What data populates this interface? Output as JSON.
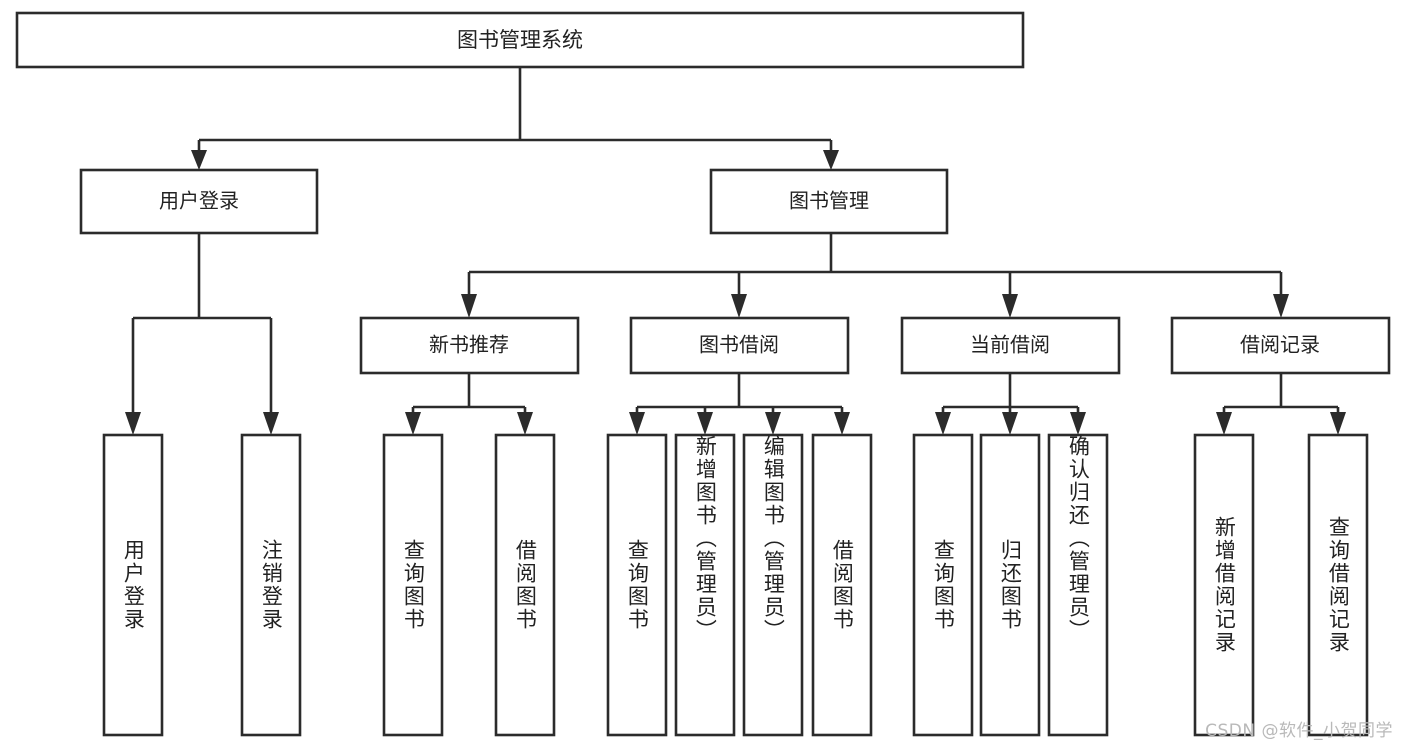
{
  "diagram": {
    "title": "图书管理系统",
    "type": "tree",
    "orientation": "top-down",
    "colors": {
      "background": "#ffffff",
      "box_fill": "#ffffff",
      "box_stroke": "#2b2b2b",
      "text": "#222222",
      "watermark": "#b9b9b9"
    },
    "root": {
      "label": "图书管理系统"
    },
    "level2": [
      {
        "label": "用户登录"
      },
      {
        "label": "图书管理"
      }
    ],
    "level3": [
      {
        "label": "新书推荐"
      },
      {
        "label": "图书借阅"
      },
      {
        "label": "当前借阅"
      },
      {
        "label": "借阅记录"
      }
    ],
    "leaves": {
      "user_login": [
        {
          "label": "用户登录"
        },
        {
          "label": "注销登录"
        }
      ],
      "new_book_recommend": [
        {
          "label": "查询图书"
        },
        {
          "label": "借阅图书"
        }
      ],
      "book_borrow": [
        {
          "label": "查询图书"
        },
        {
          "label": "新增图书（管理员）"
        },
        {
          "label": "编辑图书（管理员）"
        },
        {
          "label": "借阅图书"
        }
      ],
      "current_borrow": [
        {
          "label": "查询图书"
        },
        {
          "label": "归还图书"
        },
        {
          "label": "确认归还（管理员）"
        }
      ],
      "borrow_record": [
        {
          "label": "新增借阅记录"
        },
        {
          "label": "查询借阅记录"
        }
      ]
    }
  },
  "watermark": {
    "text": "CSDN @软件_小贺同学"
  }
}
